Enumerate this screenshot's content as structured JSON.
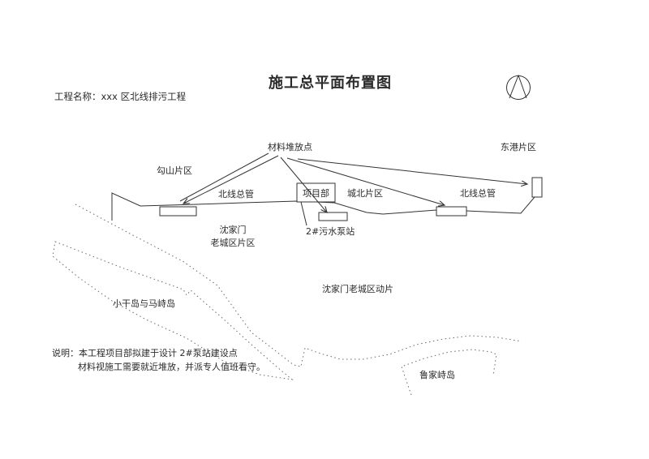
{
  "drawing": {
    "title": "施工总平面布置图",
    "project_name": "工程名称：xxx 区北线排污工程",
    "regions": {
      "donggang": "东港片区",
      "goushan": "勾山片区",
      "chengbei": "城北片区",
      "shenjiamen_line1": "沈家门",
      "shenjiamen_line2": "老城区片区",
      "shenjiamen_old_town": "沈家门老城区动片",
      "xiaogan_mazhi_island": "小干岛与马峙岛",
      "lujiazhi_island": "鲁家峙岛"
    },
    "features": {
      "material_stockpile": "材料堆放点",
      "north_main_pipe_left": "北线总管",
      "north_main_pipe_right": "北线总管",
      "project_office": "项目部",
      "sewage_pump_station": "2#污水泵站"
    },
    "notes": {
      "line1": "说明：本工程项目部拟建于设计 2#泵站建设点",
      "line2": "材料视施工需要就近堆放，并派专人值班看守。"
    },
    "colors": {
      "ink": "#333333",
      "coastline": "#6a6a6a",
      "background": "#ffffff"
    }
  }
}
